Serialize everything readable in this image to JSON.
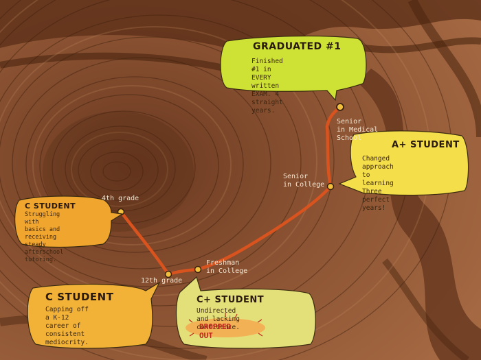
{
  "bubbles": {
    "graduated": {
      "title": "GRADUATED #1",
      "body": "Finished #1 in EVERY written\nEXAM. 4 straight years."
    },
    "a_plus": {
      "title": "A+ STUDENT",
      "body": "Changed approach\nto learning\nThree perfect years!"
    },
    "c_4th": {
      "title": "C STUDENT",
      "body": "Struggling with\nbasics and receiving\nsteady afterschool\ntutoring."
    },
    "c_12th": {
      "title": "C STUDENT",
      "body": "Capping off a K-12\ncareer of consistent\nmediocrity."
    },
    "c_plus": {
      "title": "C+ STUDENT",
      "body": "Undirected and lacking\nconfidence.",
      "badge": "DROPPED OUT"
    }
  },
  "milestones": {
    "grade4": "4th grade",
    "grade12": "12th grade",
    "freshman": "Freshman\nin College",
    "senior_college": "Senior\nin College",
    "senior_med": "Senior\nin Medical\nSchool"
  },
  "colors": {
    "path": "#d9531e",
    "dot": "#f2c03c",
    "green_bubble": "#cde234",
    "yellow_bubble": "#f4de4a",
    "orange_bubble": "#f0a52f",
    "wood_light": "#a0663f",
    "wood_dark": "#5a2e17"
  }
}
